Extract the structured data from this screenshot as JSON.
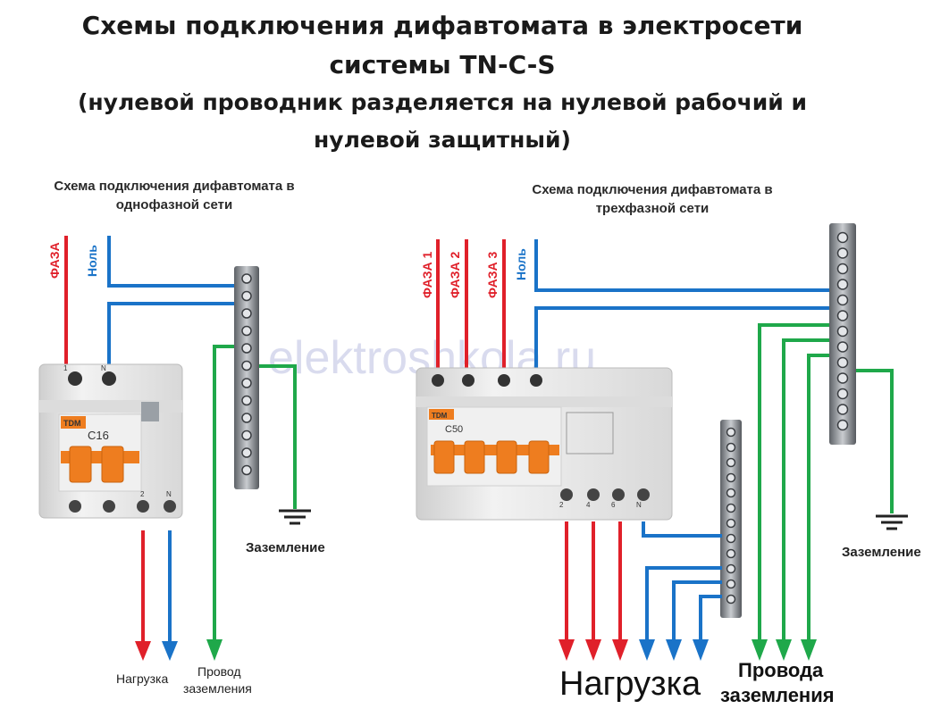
{
  "title": {
    "line1": "Схемы подключения дифавтомата в электросети",
    "line2": "системы TN-C-S",
    "line3": "(нулевой проводник разделяется на нулевой рабочий и",
    "line4": "нулевой защитный)"
  },
  "single_phase": {
    "caption_line1": "Схема подключения дифавтомата в",
    "caption_line2": "однофазной сети",
    "labels": {
      "phase": "ФАЗА",
      "neutral": "Ноль"
    },
    "breaker": {
      "brand": "TDM",
      "rating": "C16",
      "terminals_top": [
        "1",
        "N"
      ],
      "terminals_bottom": [
        "2",
        "N"
      ]
    },
    "ground": "Заземление",
    "load": "Нагрузка",
    "wire_line1": "Провод",
    "wire_line2": "заземления"
  },
  "three_phase": {
    "caption_line1": "Схема подключения дифавтомата в",
    "caption_line2": "трехфазной сети",
    "labels": {
      "phase1": "ФАЗА 1",
      "phase2": "ФАЗА 2",
      "phase3": "ФАЗА 3",
      "neutral": "Ноль"
    },
    "breaker": {
      "brand": "TDM",
      "rating": "C50",
      "terminals_bottom": [
        "2",
        "4",
        "6",
        "N"
      ]
    },
    "ground": "Заземление",
    "load": "Нагрузка",
    "wires_line1": "Провода",
    "wires_line2": "заземления"
  },
  "watermark": "elektroshkola.ru",
  "colors": {
    "phase": "#e0202a",
    "neutral": "#1a73c8",
    "ground": "#1fa84a",
    "device_orange": "#ee7d1f",
    "device_body": "#e9e9e9"
  }
}
